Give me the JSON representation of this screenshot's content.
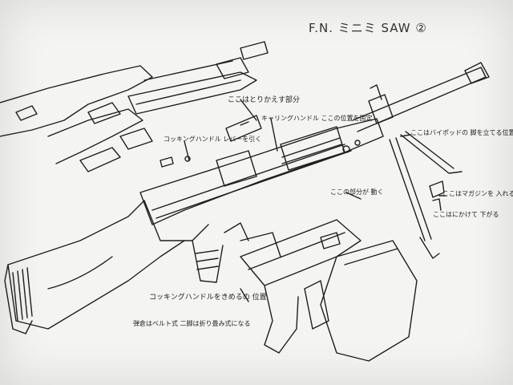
{
  "sheet": {
    "title": "F.N. ミニミ SAW ②",
    "notes": [
      "ここはとりかえす部分",
      "キャリングハンドル ここの位置を固定",
      "コッキングハンドル レバーを引く",
      "ここはバイポッドの 脚を立てる位置",
      "ここの部分が 動く",
      "ここはマガジンを 入れる所",
      "ここはにかけて 下がる",
      "コッキングハンドルをきめるの 位置",
      "弾倉はベルト式 二脚は折り畳み式になる"
    ]
  },
  "colors": {
    "paper": "#f4f4f2",
    "ink": "#1f1f1f"
  }
}
